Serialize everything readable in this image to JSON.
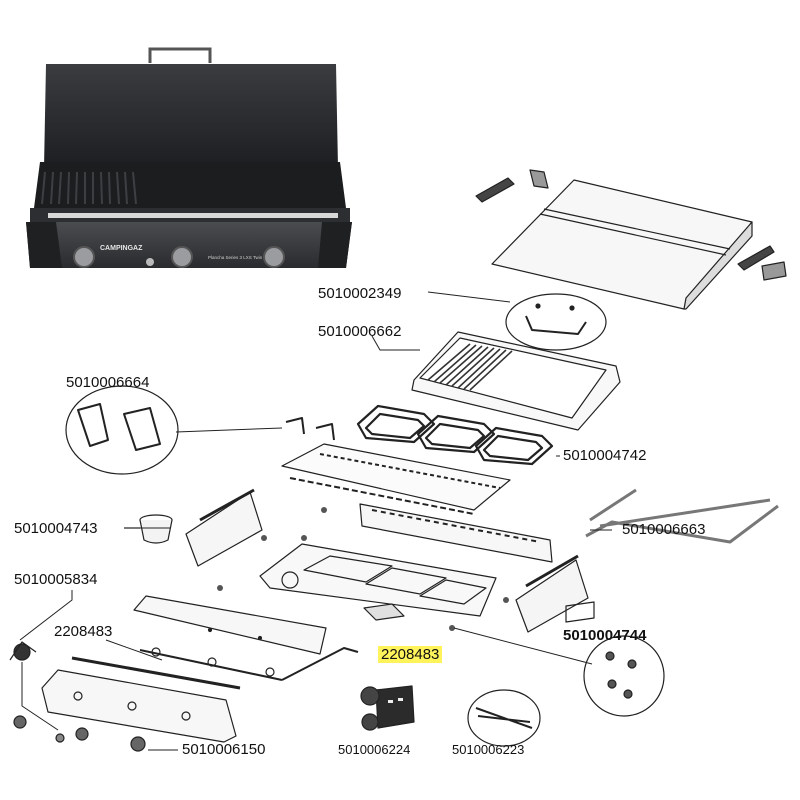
{
  "product": {
    "brand": "CAMPINGAZ",
    "model": "Plancha Series 3 LXS Twin"
  },
  "part_labels": {
    "lid_hinge": "5010002349",
    "cooking_plate": "5010006662",
    "plate_supports": "5010006664",
    "burners": "5010004742",
    "grease_cup": "5010004743",
    "seal_strip": "5010006663",
    "side_panel": "5010004744",
    "control_valve": "5010005834",
    "valve_bar": "2208483",
    "valve_bar_highlight": "2208483",
    "knobs": "5010006150",
    "igniter": "5010006224",
    "cable_set": "5010006223"
  },
  "colors": {
    "highlight": "#fff35c",
    "line": "#222222",
    "appliance": "#2b2d30"
  }
}
